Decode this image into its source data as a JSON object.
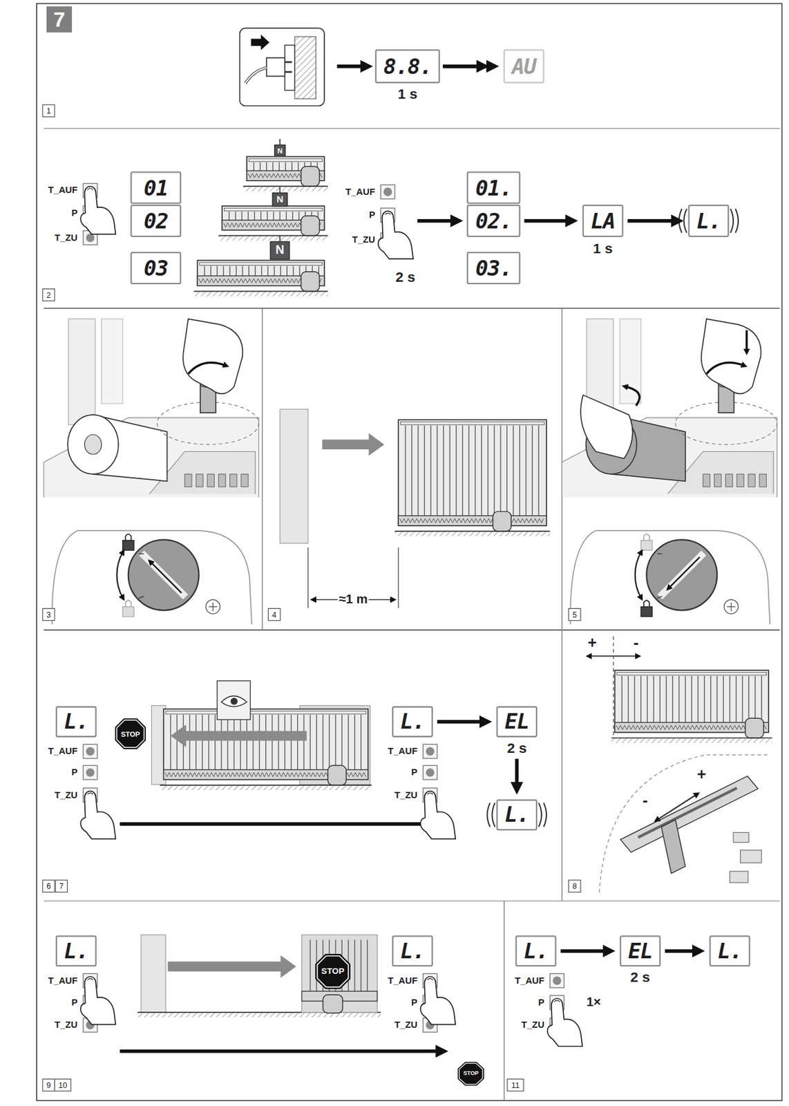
{
  "diagram": {
    "nodes": [
      {
        "text": [
          "7"
        ]
      },
      {
        "text": [
          "8.8."
        ]
      },
      {
        "text": [
          "AU"
        ]
      },
      {
        "text": [
          "1"
        ]
      },
      {
        "text": [
          "01"
        ]
      },
      {
        "text": [
          "02"
        ]
      },
      {
        "text": [
          "03"
        ]
      },
      {
        "text": [
          "N"
        ]
      },
      {
        "text": [
          "N"
        ]
      },
      {
        "text": [
          "N"
        ]
      },
      {
        "text": [
          "01."
        ]
      },
      {
        "text": [
          "02."
        ]
      },
      {
        "text": [
          "03."
        ]
      },
      {
        "text": [
          "LA"
        ]
      },
      {
        "text": [
          "L."
        ]
      },
      {
        "text": [
          "2"
        ]
      },
      {
        "text": [
          "3"
        ]
      },
      {
        "text": [
          "4"
        ]
      },
      {
        "text": [
          "5"
        ]
      },
      {
        "text": [
          "L."
        ]
      },
      {
        "text": [
          "STOP"
        ]
      },
      {
        "text": [
          "L."
        ]
      },
      {
        "text": [
          "EL"
        ]
      },
      {
        "text": [
          "L."
        ]
      },
      {
        "text": [
          "6"
        ]
      },
      {
        "text": [
          "7"
        ]
      },
      {
        "text": [
          "8"
        ]
      },
      {
        "text": [
          "L."
        ]
      },
      {
        "text": [
          "STOP"
        ]
      },
      {
        "text": [
          "L."
        ]
      },
      {
        "text": [
          "STOP"
        ]
      },
      {
        "text": [
          "9"
        ]
      },
      {
        "text": [
          "10"
        ]
      },
      {
        "text": [
          "L."
        ]
      },
      {
        "text": [
          "EL"
        ]
      },
      {
        "text": [
          "L."
        ]
      },
      {
        "text": [
          "11"
        ]
      }
    ],
    "edges": [
      {
        "from": 1,
        "to": 2,
        "arrow": "to"
      },
      {
        "from": 11,
        "to": 13,
        "arrow": "to"
      },
      {
        "from": 13,
        "to": 14,
        "arrow": "to"
      },
      {
        "from": 21,
        "to": 22,
        "arrow": "to"
      },
      {
        "from": 22,
        "to": 23,
        "arrow": "to"
      },
      {
        "from": 33,
        "to": 34,
        "arrow": "to"
      },
      {
        "from": 34,
        "to": 35,
        "arrow": "to"
      }
    ],
    "labels": [
      "1 s",
      "T_AUF",
      "P",
      "T_ZU",
      "T_AUF",
      "P",
      "T_ZU",
      "2 s",
      "1 s",
      "≈1 m",
      "T_AUF",
      "P",
      "T_ZU",
      "T_AUF",
      "P",
      "T_ZU",
      "2 s",
      "+",
      "-",
      "-",
      "+",
      "T_AUF",
      "P",
      "T_ZU",
      "T_AUF",
      "P",
      "T_ZU",
      "2 s",
      "T_AUF",
      "P",
      "T_ZU",
      "1×"
    ]
  }
}
